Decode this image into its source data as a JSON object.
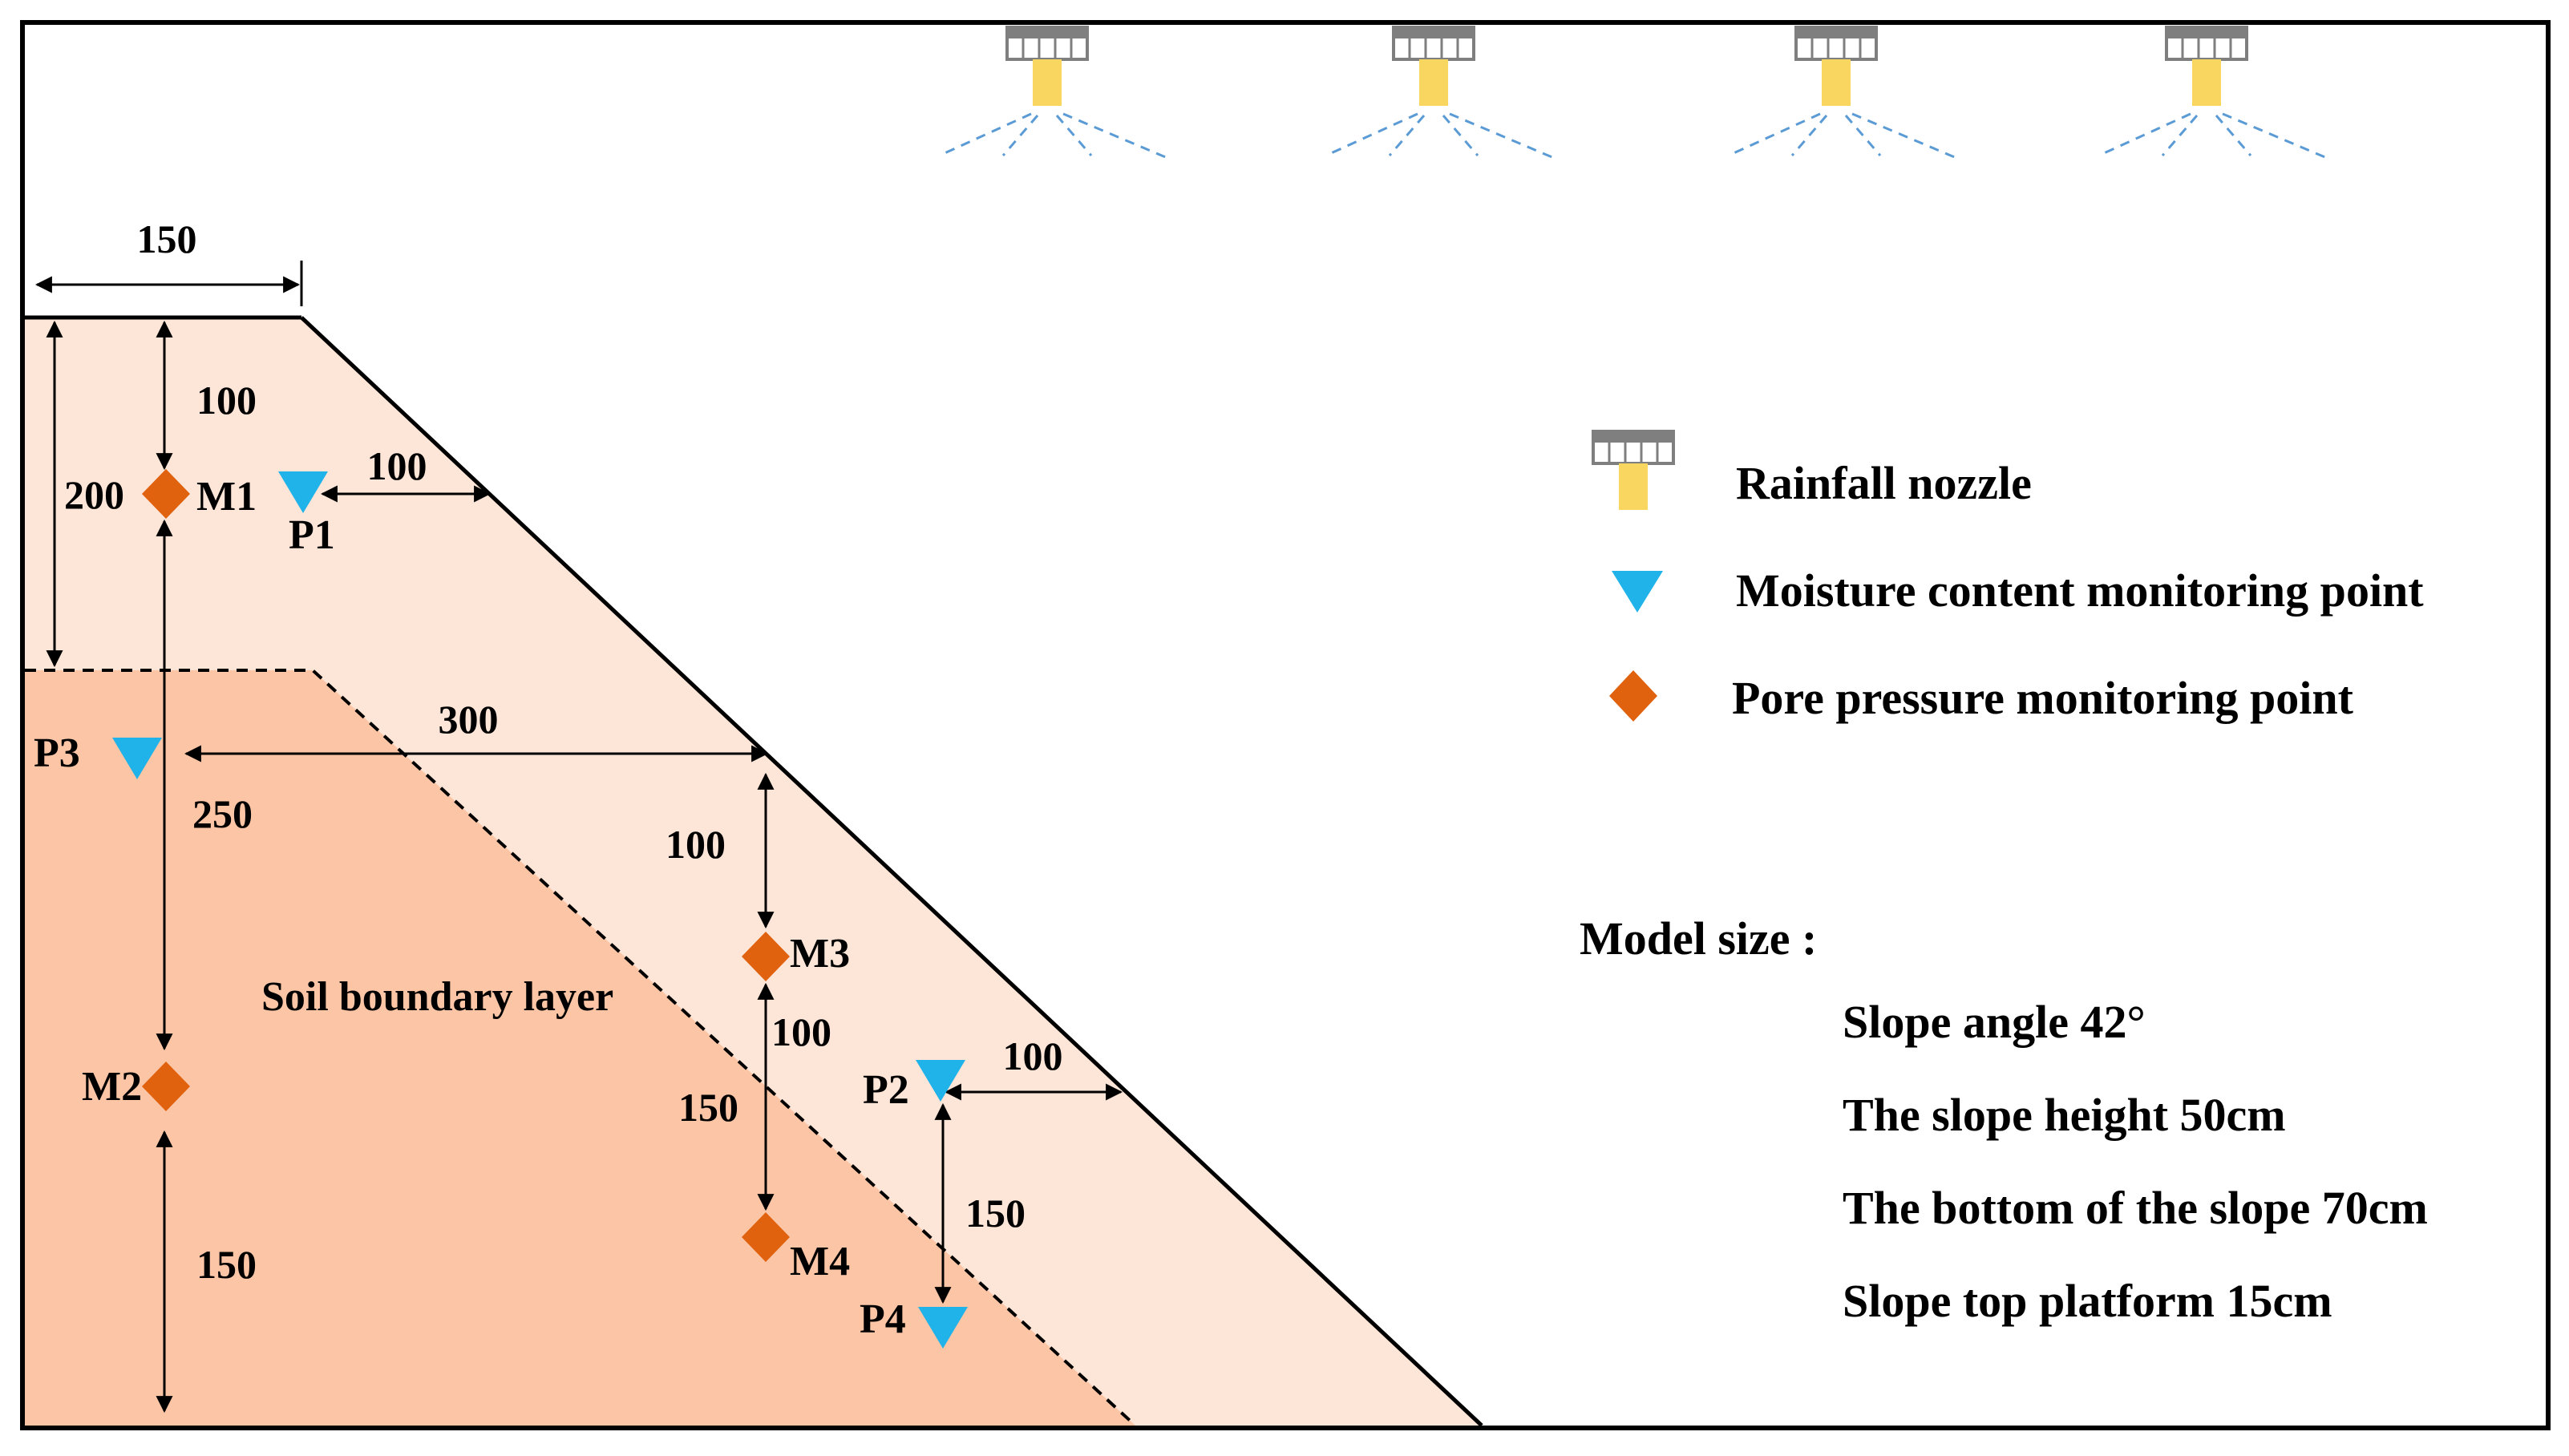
{
  "colors": {
    "upper_soil": "#fde5d8",
    "lower_soil": "#fcc6a6",
    "moisture_point": "#1fb3ea",
    "pore_point": "#e0620f",
    "nozzle_body": "#f9d65f",
    "nozzle_cap": "#7f7f7f",
    "spray": "#5b9bd5"
  },
  "top_width_label": "150",
  "labels": {
    "soil_boundary": "Soil boundary layer"
  },
  "points": {
    "m1": "M1",
    "m2": "M2",
    "m3": "M3",
    "m4": "M4",
    "p1": "P1",
    "p2": "P2",
    "p3": "P3",
    "p4": "P4"
  },
  "dimensions": {
    "m1_depth": "100",
    "m1_left": "200",
    "p1_to_slope": "100",
    "p3_to_slope": "300",
    "m1_to_m2": "250",
    "m2_to_bottom": "150",
    "slope_to_m3": "100",
    "m3_to_m4_upper": "100",
    "m3_to_m4_lower": "150",
    "p2_to_slope": "100",
    "p2_to_p4": "150"
  },
  "legend": {
    "items": [
      {
        "icon": "rainfall-nozzle-icon",
        "label": "Rainfall nozzle"
      },
      {
        "icon": "triangle-down-icon",
        "label": "Moisture content monitoring point"
      },
      {
        "icon": "diamond-icon",
        "label": "Pore pressure monitoring point"
      }
    ]
  },
  "model_size": {
    "heading": "Model size :",
    "lines": [
      "Slope angle 42°",
      "The slope height 50cm",
      "The bottom of the slope 70cm",
      "Slope top platform 15cm"
    ]
  }
}
